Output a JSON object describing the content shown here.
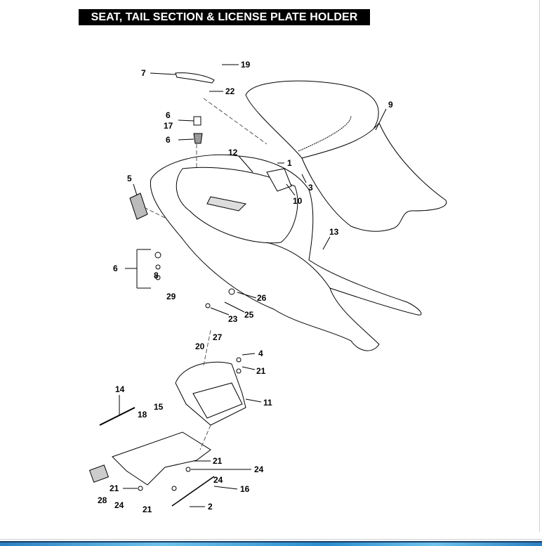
{
  "header": {
    "title": "SEAT, TAIL SECTION & LICENSE PLATE HOLDER"
  },
  "callouts": [
    "19",
    "7",
    "22",
    "6",
    "17",
    "6",
    "9",
    "12",
    "1",
    "3",
    "5",
    "10",
    "13",
    "6",
    "8",
    "29",
    "26",
    "25",
    "23",
    "27",
    "20",
    "4",
    "21",
    "11",
    "14",
    "18",
    "15",
    "21",
    "24",
    "24",
    "16",
    "21",
    "28",
    "24",
    "21",
    "2"
  ],
  "colors": {
    "title_bg": "#000000",
    "title_text": "#ffffff",
    "footer_bar": "#2a8ccc"
  }
}
